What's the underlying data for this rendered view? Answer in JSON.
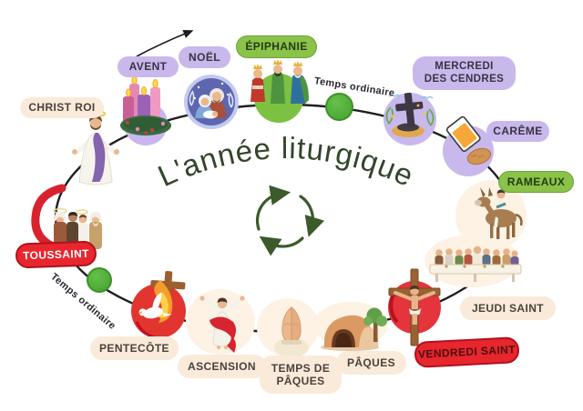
{
  "title": "L'année liturgique",
  "labels": {
    "christ_roi": "CHRIST ROI",
    "avent": "AVENT",
    "noel": "NOËL",
    "epiphanie": "ÉPIPHANIE",
    "temps_ordinaire_top": "Temps ordinaire",
    "mercredi_des_cendres_line1": "MERCREDI",
    "mercredi_des_cendres_line2": "DES CENDRES",
    "careme": "CARÊME",
    "rameaux": "RAMEAUX",
    "jeudi_saint": "JEUDI SAINT",
    "vendredi_saint": "VENDREDI SAINT",
    "paques": "PÂQUES",
    "temps_de_paques_line1": "TEMPS DE",
    "temps_de_paques_line2": "PÂQUES",
    "ascension": "ASCENSION",
    "pentecote": "PENTECÔTE",
    "temps_ordinaire_bottom": "Temps ordinaire",
    "toussaint": "TOUSSAINT"
  },
  "icons": {
    "christ_roi": "jesus-christ-king",
    "avent": "advent-wreath-candles",
    "noel": "nativity-scene",
    "epiphanie": "three-wise-men",
    "temps_ordinaire": "green-circle-marker",
    "mercredi_des_cendres": "ash-cross",
    "careme": "water-glass-and-bread",
    "rameaux": "jesus-on-donkey",
    "jeudi_saint": "last-supper",
    "vendredi_saint": "crucifixion",
    "paques": "empty-tomb",
    "temps_de_paques": "praying-hands",
    "ascension": "jesus-ascending",
    "pentecote": "dove-and-flames",
    "toussaint": "crowd-of-saints",
    "center": "cycle-arrows"
  },
  "colors": {
    "pill_purple": "#c9b8ec",
    "pill_green": "#8bc34a",
    "pill_cream": "#faead9",
    "pill_red": "#e8262d",
    "title_green": "#33452a",
    "cycle_arrow_green": "#3c5a2c",
    "ordinary_dot_green": "#55b13c",
    "path_line": "#1f1f1f"
  }
}
